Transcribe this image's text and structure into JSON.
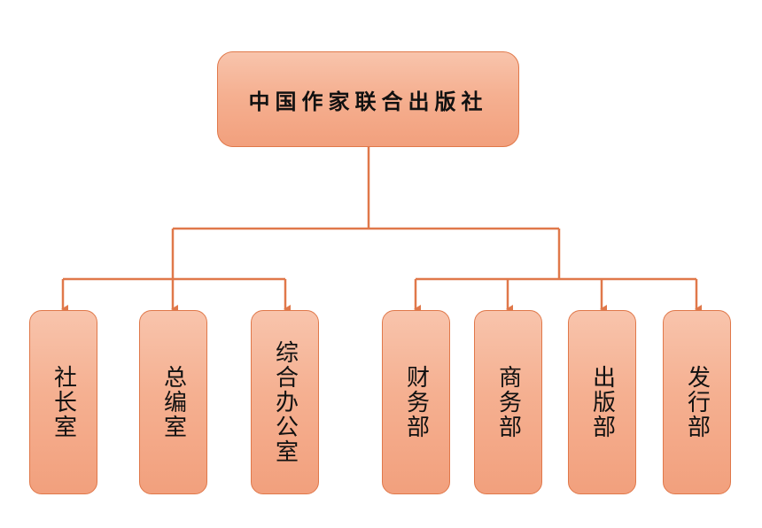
{
  "colors": {
    "connector": "#e0784a",
    "node_fill": "#f5b091",
    "node_border": "#e0784a",
    "text": "#111111"
  },
  "diagram": {
    "type": "org-chart",
    "root": {
      "label": "中国作家联合出版社"
    },
    "groups": [
      {
        "children": [
          "社长室",
          "总编室",
          "综合办公室"
        ]
      },
      {
        "children": [
          "财务部",
          "商务部",
          "出版部",
          "发行部"
        ]
      }
    ]
  }
}
